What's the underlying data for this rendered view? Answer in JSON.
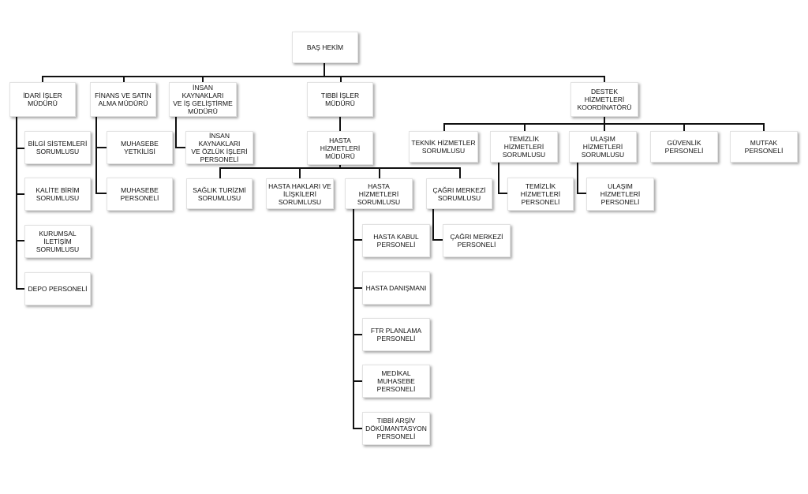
{
  "org": {
    "head": "BAŞ HEKİM",
    "idari": {
      "title": "İDARİ İŞLER\nMÜDÜRÜ",
      "children": [
        "BİLGİ SİSTEMLERİ\nSORUMLUSU",
        "KALİTE BİRİM\nSORUMLUSU",
        "KURUMSAL\nİLETİŞİM\nSORUMLUSU",
        "DEPO PERSONELİ"
      ]
    },
    "finans": {
      "title": "FİNANS VE SATIN\nALMA MÜDÜRÜ",
      "children": [
        "MUHASEBE\nYETKİLİSİ",
        "MUHASEBE\nPERSONELİ"
      ]
    },
    "ik": {
      "title": "İNSAN KAYNAKLARI\nVE İŞ GELİŞTİRME\nMÜDÜRÜ",
      "children": [
        "İNSAN KAYNAKLARI\nVE ÖZLÜK İŞLERİ\nPERSONELİ"
      ]
    },
    "tibbi": {
      "title": "TIBBİ İŞLER\nMÜDÜRÜ",
      "hasta_hizmetleri_mudur": "HASTA HİZMETLERİ\nMÜDÜRÜ",
      "saglik": "SAĞLIK TURİZMİ\nSORUMLUSU",
      "haklar": "HASTA HAKLARI VE\nİLİŞKİLERİ\nSORUMLUSU",
      "hh_sorumlu": {
        "title": "HASTA HİZMETLERİ\nSORUMLUSU",
        "children": [
          "HASTA KABUL\nPERSONELİ",
          "HASTA DANIŞMANI",
          "FTR PLANLAMA\nPERSONELİ",
          "MEDİKAL\nMUHASEBE\nPERSONELİ",
          "TIBBİ ARŞİV\nDÖKÜMANTASYON\nPERSONELİ"
        ]
      },
      "cagri": {
        "title": "ÇAĞRI MERKEZİ\nSORUMLUSU",
        "children": [
          "ÇAĞRI MERKEZİ\nPERSONELİ"
        ]
      }
    },
    "destek": {
      "title": "DESTEK HİZMETLERİ\nKOORDİNATÖRÜ",
      "teknik": "TEKNİK HİZMETLER\nSORUMLUSU",
      "temizlik": {
        "title": "TEMİZLİK\nHİZMETLERİ\nSORUMLUSU",
        "children": [
          "TEMİZLİK\nHİZMETLERİ\nPERSONELİ"
        ]
      },
      "ulasim": {
        "title": "ULAŞIM\nHİZMETLERİ\nSORUMLUSU",
        "children": [
          "ULAŞIM\nHİZMETLERİ\nPERSONELİ"
        ]
      },
      "guvenlik": "GÜVENLİK\nPERSONELİ",
      "mutfak": "MUTFAK PERSONELİ"
    }
  },
  "colors": {
    "line": "#111111",
    "box_border": "#e2e2e2",
    "box_fill": "#ffffff"
  }
}
